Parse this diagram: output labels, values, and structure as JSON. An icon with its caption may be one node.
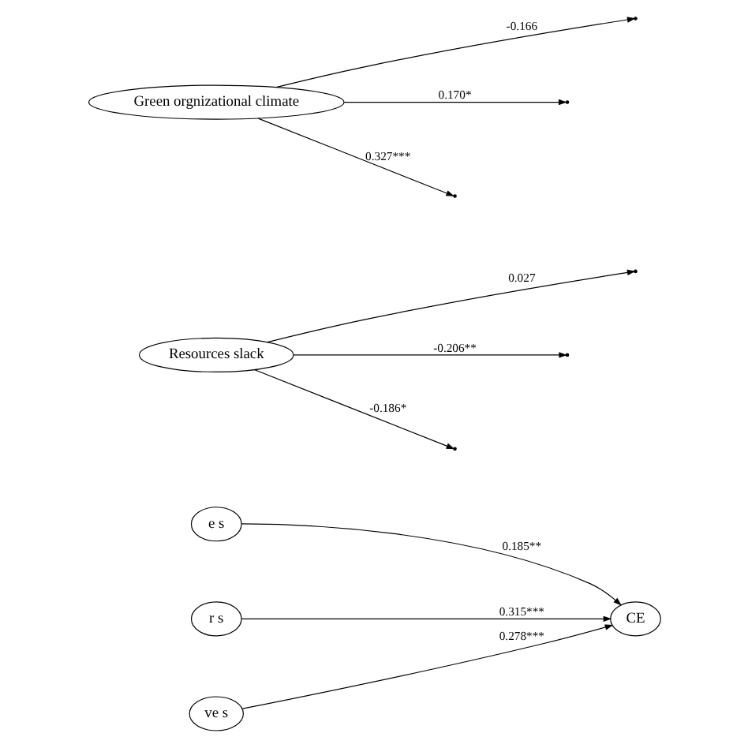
{
  "diagram": {
    "nodes": [
      {
        "text": [
          "e s"
        ]
      },
      {
        "text": [
          "r s"
        ]
      },
      {
        "text": [
          "ve s"
        ]
      },
      {
        "text": [
          "Resources slack"
        ]
      },
      {
        "text": [
          "CE"
        ]
      },
      {
        "text": [
          "Green orgnizational climate"
        ]
      }
    ],
    "edges": [
      {
        "from": 0,
        "to": 4,
        "arrow": "to",
        "label": "0.185**"
      },
      {
        "from": 1,
        "to": 4,
        "arrow": "to",
        "label": "0.315***"
      },
      {
        "from": 2,
        "to": 4,
        "arrow": "to",
        "label": "0.278***"
      },
      {
        "from": 3,
        "to": null,
        "arrow": "to",
        "label": "0.027"
      },
      {
        "from": 3,
        "to": null,
        "arrow": "to",
        "label": "-0.206**"
      },
      {
        "from": 3,
        "to": null,
        "arrow": "to",
        "label": "-0.186*"
      },
      {
        "from": 5,
        "to": null,
        "arrow": "to",
        "label": "-0.166"
      },
      {
        "from": 5,
        "to": null,
        "arrow": "to",
        "label": "0.170*"
      },
      {
        "from": 5,
        "to": null,
        "arrow": "to",
        "label": "0.327***"
      }
    ]
  }
}
